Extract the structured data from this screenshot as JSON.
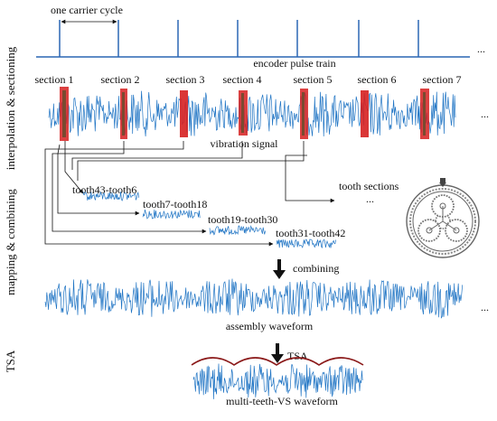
{
  "side_labels": {
    "interpolation": "interpolation & sectioning",
    "mapping": "mapping & combining",
    "tsa": "TSA"
  },
  "top": {
    "carrier_cycle": "one carrier cycle",
    "pulse_train": "encoder pulse train",
    "ellipsis": "..."
  },
  "sections": [
    "section 1",
    "section 2",
    "section 3",
    "section 4",
    "section 5",
    "section 6",
    "section 7"
  ],
  "vibration_label": "vibration signal",
  "teeth": [
    "tooth43-tooth6",
    "tooth7-tooth18",
    "tooth19-tooth30",
    "tooth31-tooth42"
  ],
  "tooth_sections": "tooth sections",
  "combining": "combining",
  "assembly": "assembly waveform",
  "tsa_arrow_label": "TSA",
  "multi_vs": "multi-teeth-VS waveform",
  "colors": {
    "signal": "#1f74c4",
    "section_red": "#d62020",
    "section_dark": "#7a4a30",
    "tsa_curve": "#8b1a1a",
    "pulse": "#2a67b4"
  }
}
